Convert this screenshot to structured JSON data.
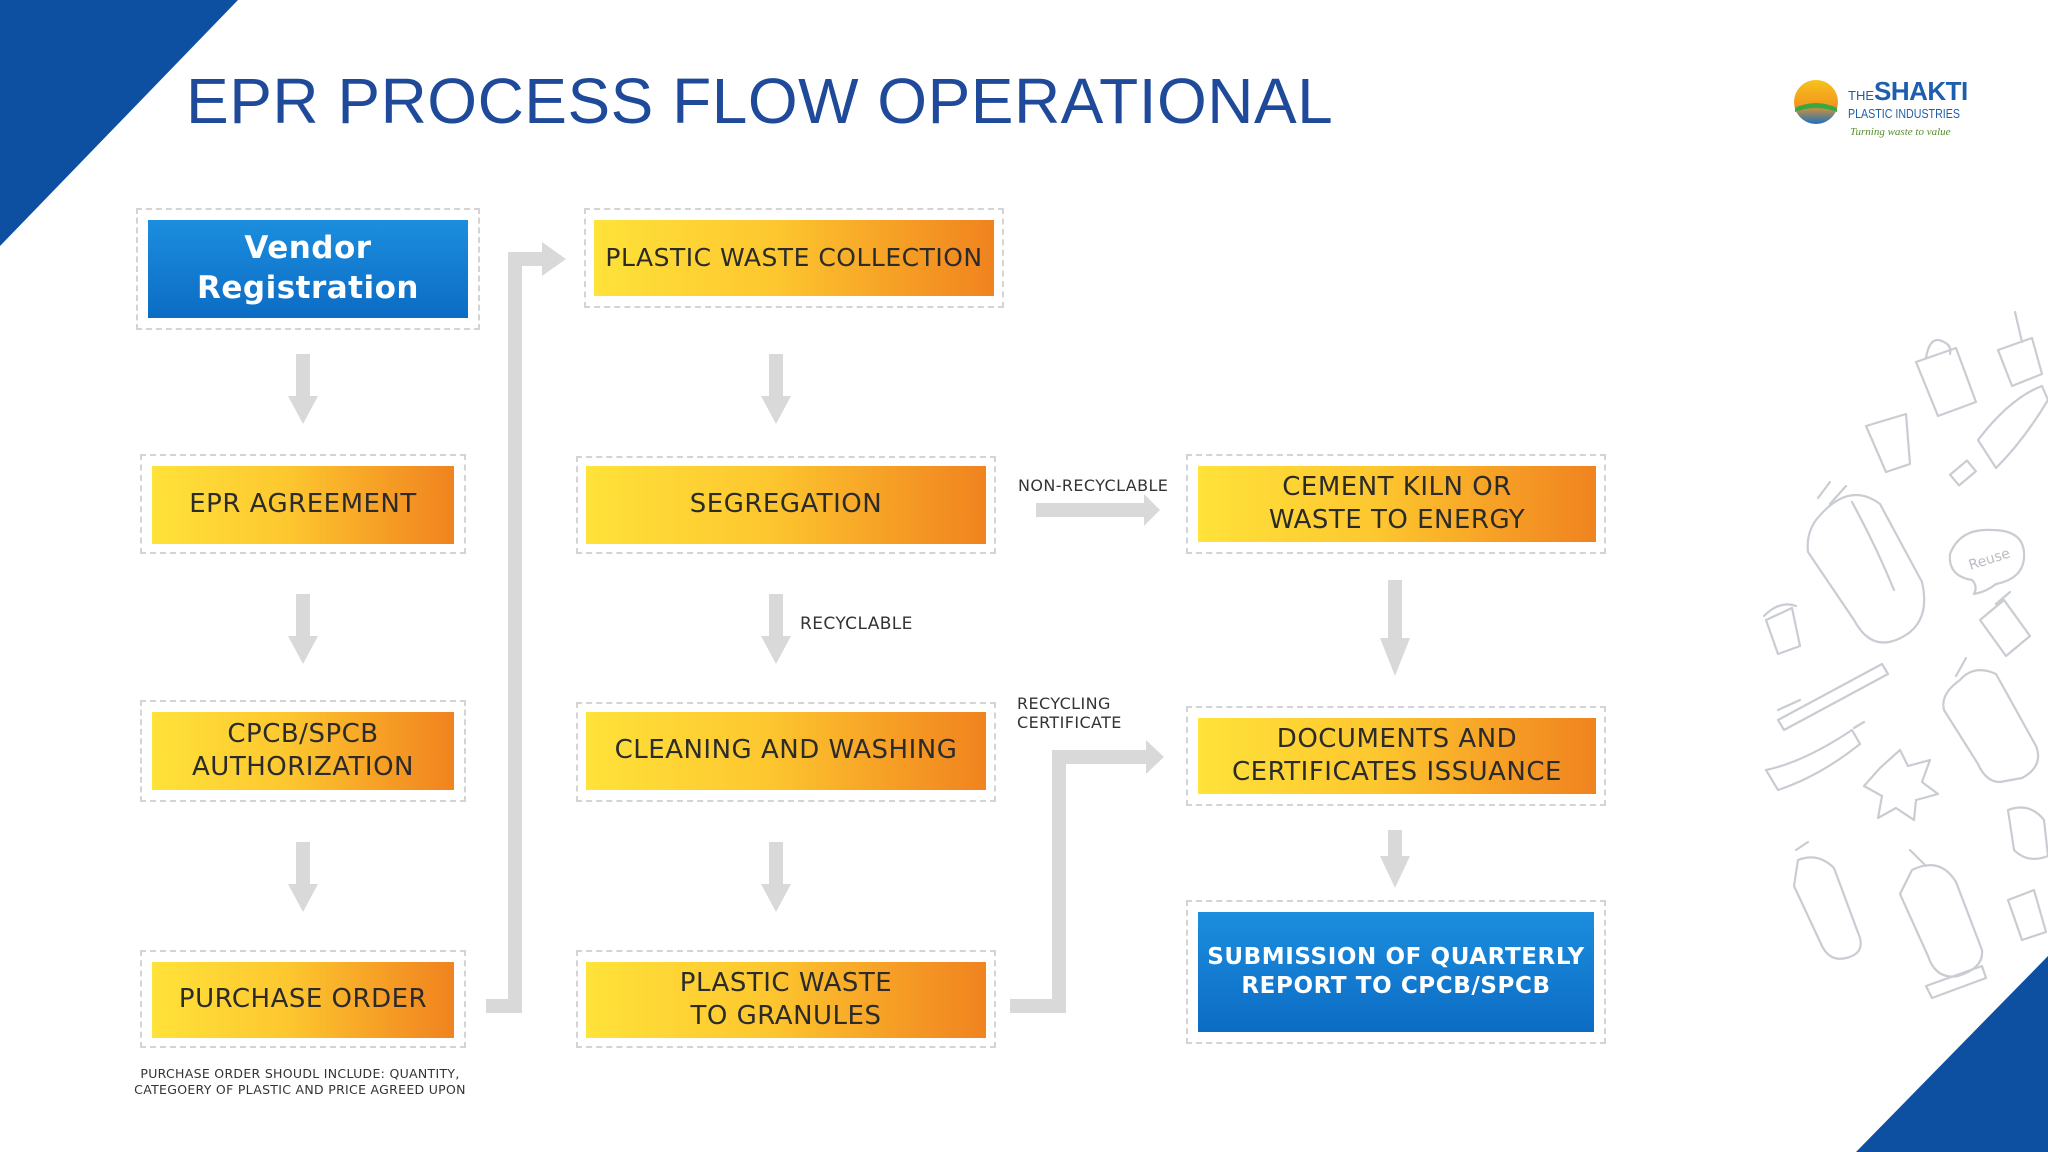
{
  "title": "EPR PROCESS FLOW OPERATIONAL",
  "colors": {
    "accent_blue": "#1f4a9a",
    "box_blue": "#0c6cc4",
    "box_orange_start": "#ffe23a",
    "box_orange_end": "#f0831f",
    "arrow_gray": "#d9d9d9"
  },
  "logo": {
    "the": "THE",
    "name": "SHAKTI",
    "subtitle": "PLASTIC INDUSTRIES",
    "tagline": "Turning waste to value"
  },
  "steps": {
    "vendor_registration": "Vendor\nRegistration",
    "epr_agreement": "EPR AGREEMENT",
    "authorization": "CPCB/SPCB\nAUTHORIZATION",
    "purchase_order": "PURCHASE ORDER",
    "collection": "PLASTIC WASTE COLLECTION",
    "segregation": "SEGREGATION",
    "cleaning": "CLEANING AND WASHING",
    "granules": "PLASTIC WASTE\nTO GRANULES",
    "cement_kiln": "CEMENT KILN OR\nWASTE TO ENERGY",
    "documents": "DOCUMENTS AND\nCERTIFICATES ISSUANCE",
    "submission": "SUBMISSION OF QUARTERLY\nREPORT TO CPCB/SPCB"
  },
  "labels": {
    "non_recyclable": "NON-RECYCLABLE",
    "recyclable": "RECYCLABLE",
    "recycling_certificate": "RECYCLING\nCERTIFICATE"
  },
  "note": "PURCHASE ORDER SHOUDL INCLUDE: QUANTITY,\nCATEGOERY OF PLASTIC AND PRICE AGREED UPON",
  "doodle_text": "Reuse"
}
